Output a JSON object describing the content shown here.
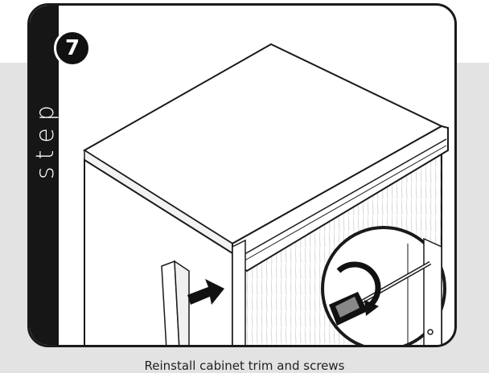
{
  "step": {
    "word": "step",
    "number": "7"
  },
  "caption": "Reinstall cabinet trim and screws",
  "icons": [
    "push-arrow-icon",
    "rotate-arrow-icon",
    "screwdriver-icon"
  ],
  "colors": {
    "strip": "#161616",
    "band": "#e3e3e3",
    "line": "#1a1a1a"
  }
}
